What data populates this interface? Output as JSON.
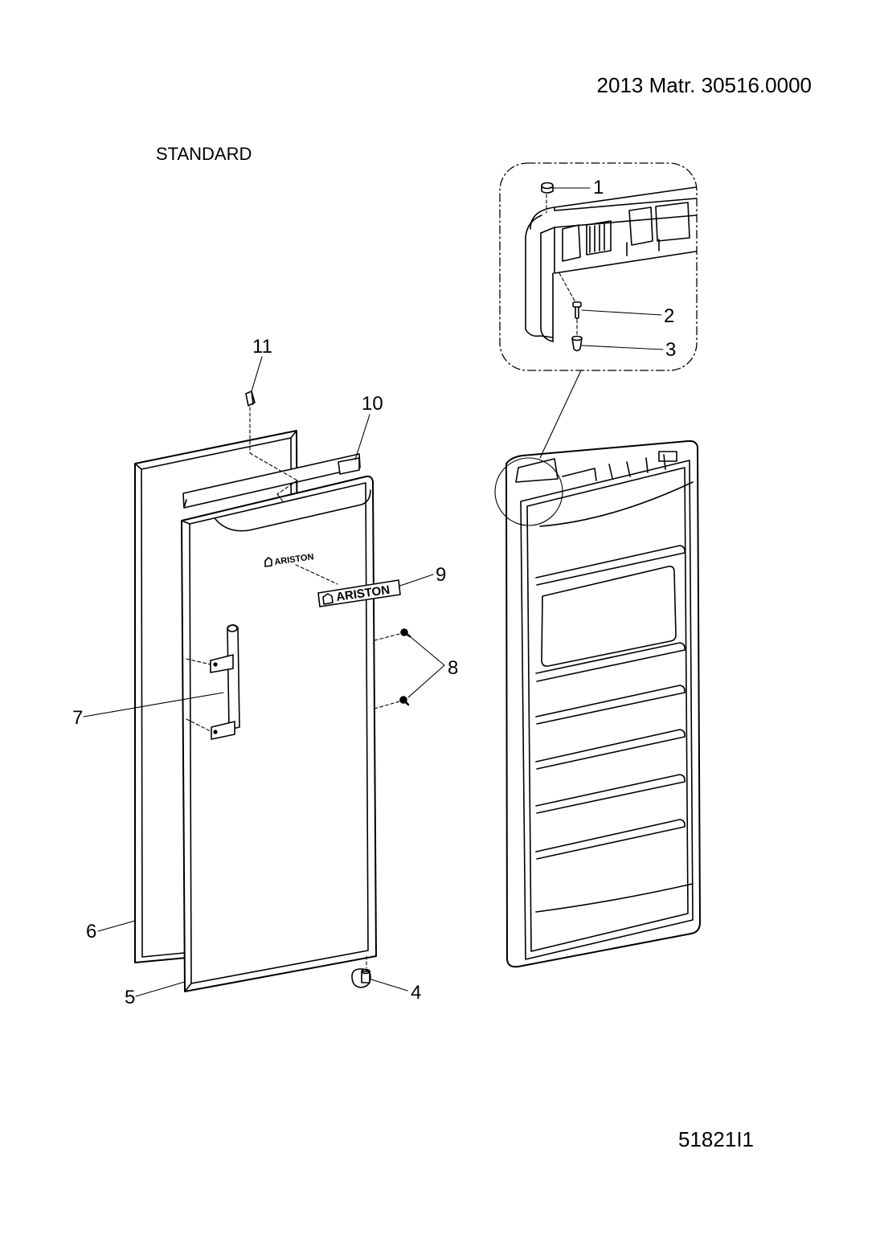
{
  "header": {
    "reference": "2013 Matr. 30516.0000",
    "variant": "STANDARD"
  },
  "footer": {
    "drawing_code": "51821I1"
  },
  "brand": {
    "text": "ARISTON"
  },
  "callouts": [
    {
      "id": "1",
      "label": "1"
    },
    {
      "id": "2",
      "label": "2"
    },
    {
      "id": "3",
      "label": "3"
    },
    {
      "id": "4",
      "label": "4"
    },
    {
      "id": "5",
      "label": "5"
    },
    {
      "id": "6",
      "label": "6"
    },
    {
      "id": "7",
      "label": "7"
    },
    {
      "id": "8",
      "label": "8"
    },
    {
      "id": "9",
      "label": "9"
    },
    {
      "id": "10",
      "label": "10"
    },
    {
      "id": "11",
      "label": "11"
    }
  ],
  "colors": {
    "line": "#000000",
    "background": "#ffffff",
    "light_fill": "#e6e6e6"
  }
}
